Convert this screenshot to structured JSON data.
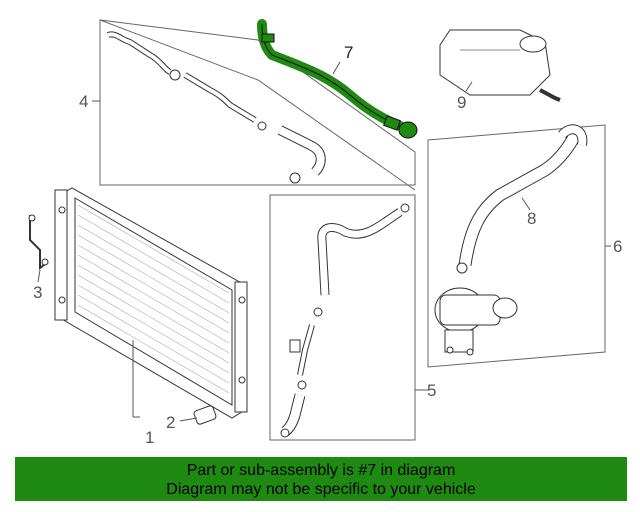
{
  "callouts": {
    "c1": "1",
    "c2": "2",
    "c3": "3",
    "c4": "4",
    "c5": "5",
    "c6": "6",
    "c7": "7",
    "c8": "8",
    "c9": "9"
  },
  "highlight_color": "#1e8a12",
  "banner": {
    "line1": "Part or sub-assembly is #7 in diagram",
    "line2": "Diagram may not be specific to your vehicle"
  }
}
